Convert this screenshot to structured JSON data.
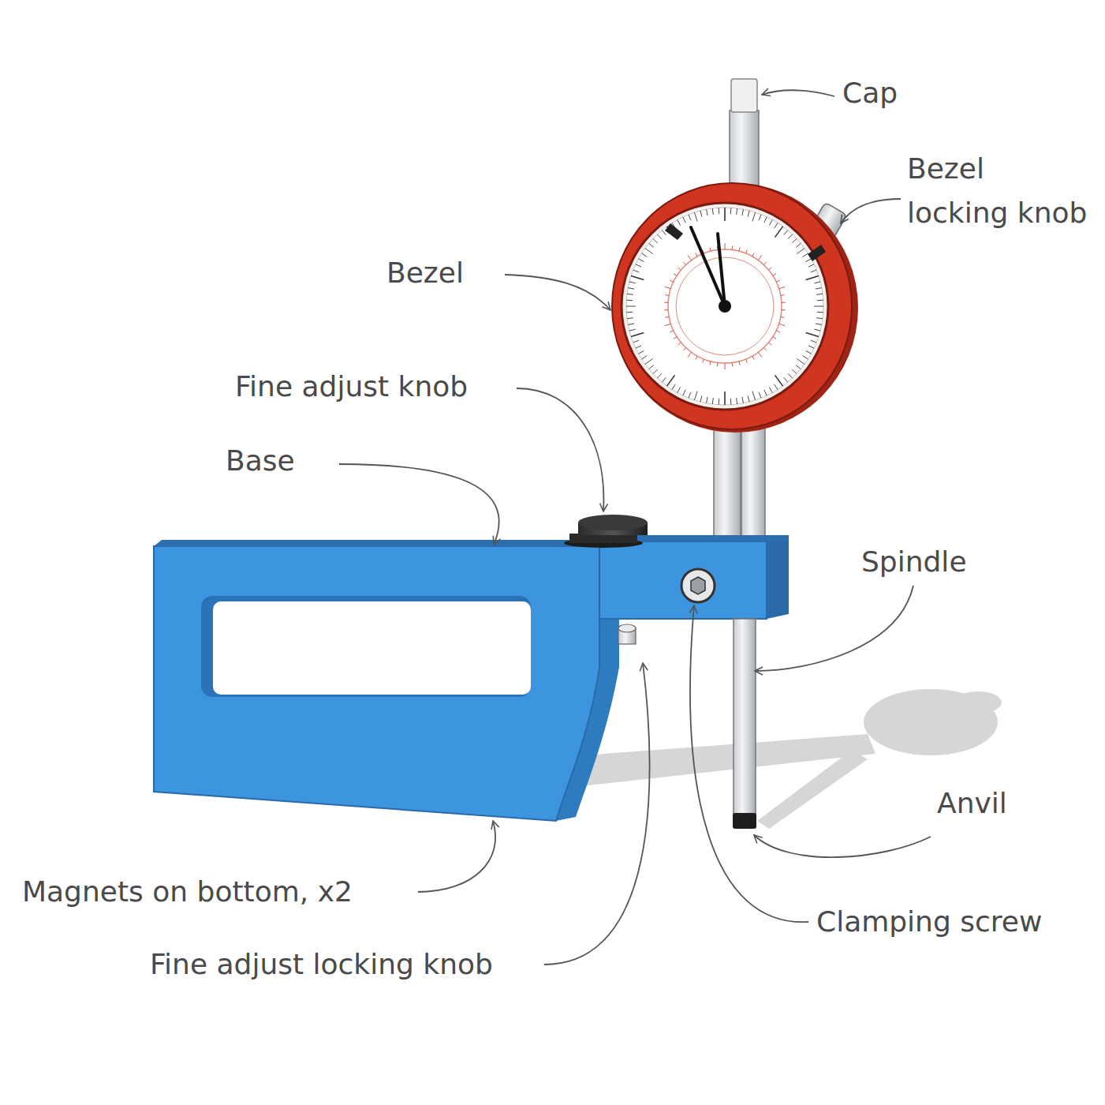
{
  "diagram": {
    "labels": [
      "Cap",
      "Bezel locking knob",
      "Bezel",
      "Fine adjust knob",
      "Base",
      "Spindle",
      "Anvil",
      "Magnets on bottom, x2",
      "Clamping screw",
      "Fine adjust locking knob"
    ]
  }
}
